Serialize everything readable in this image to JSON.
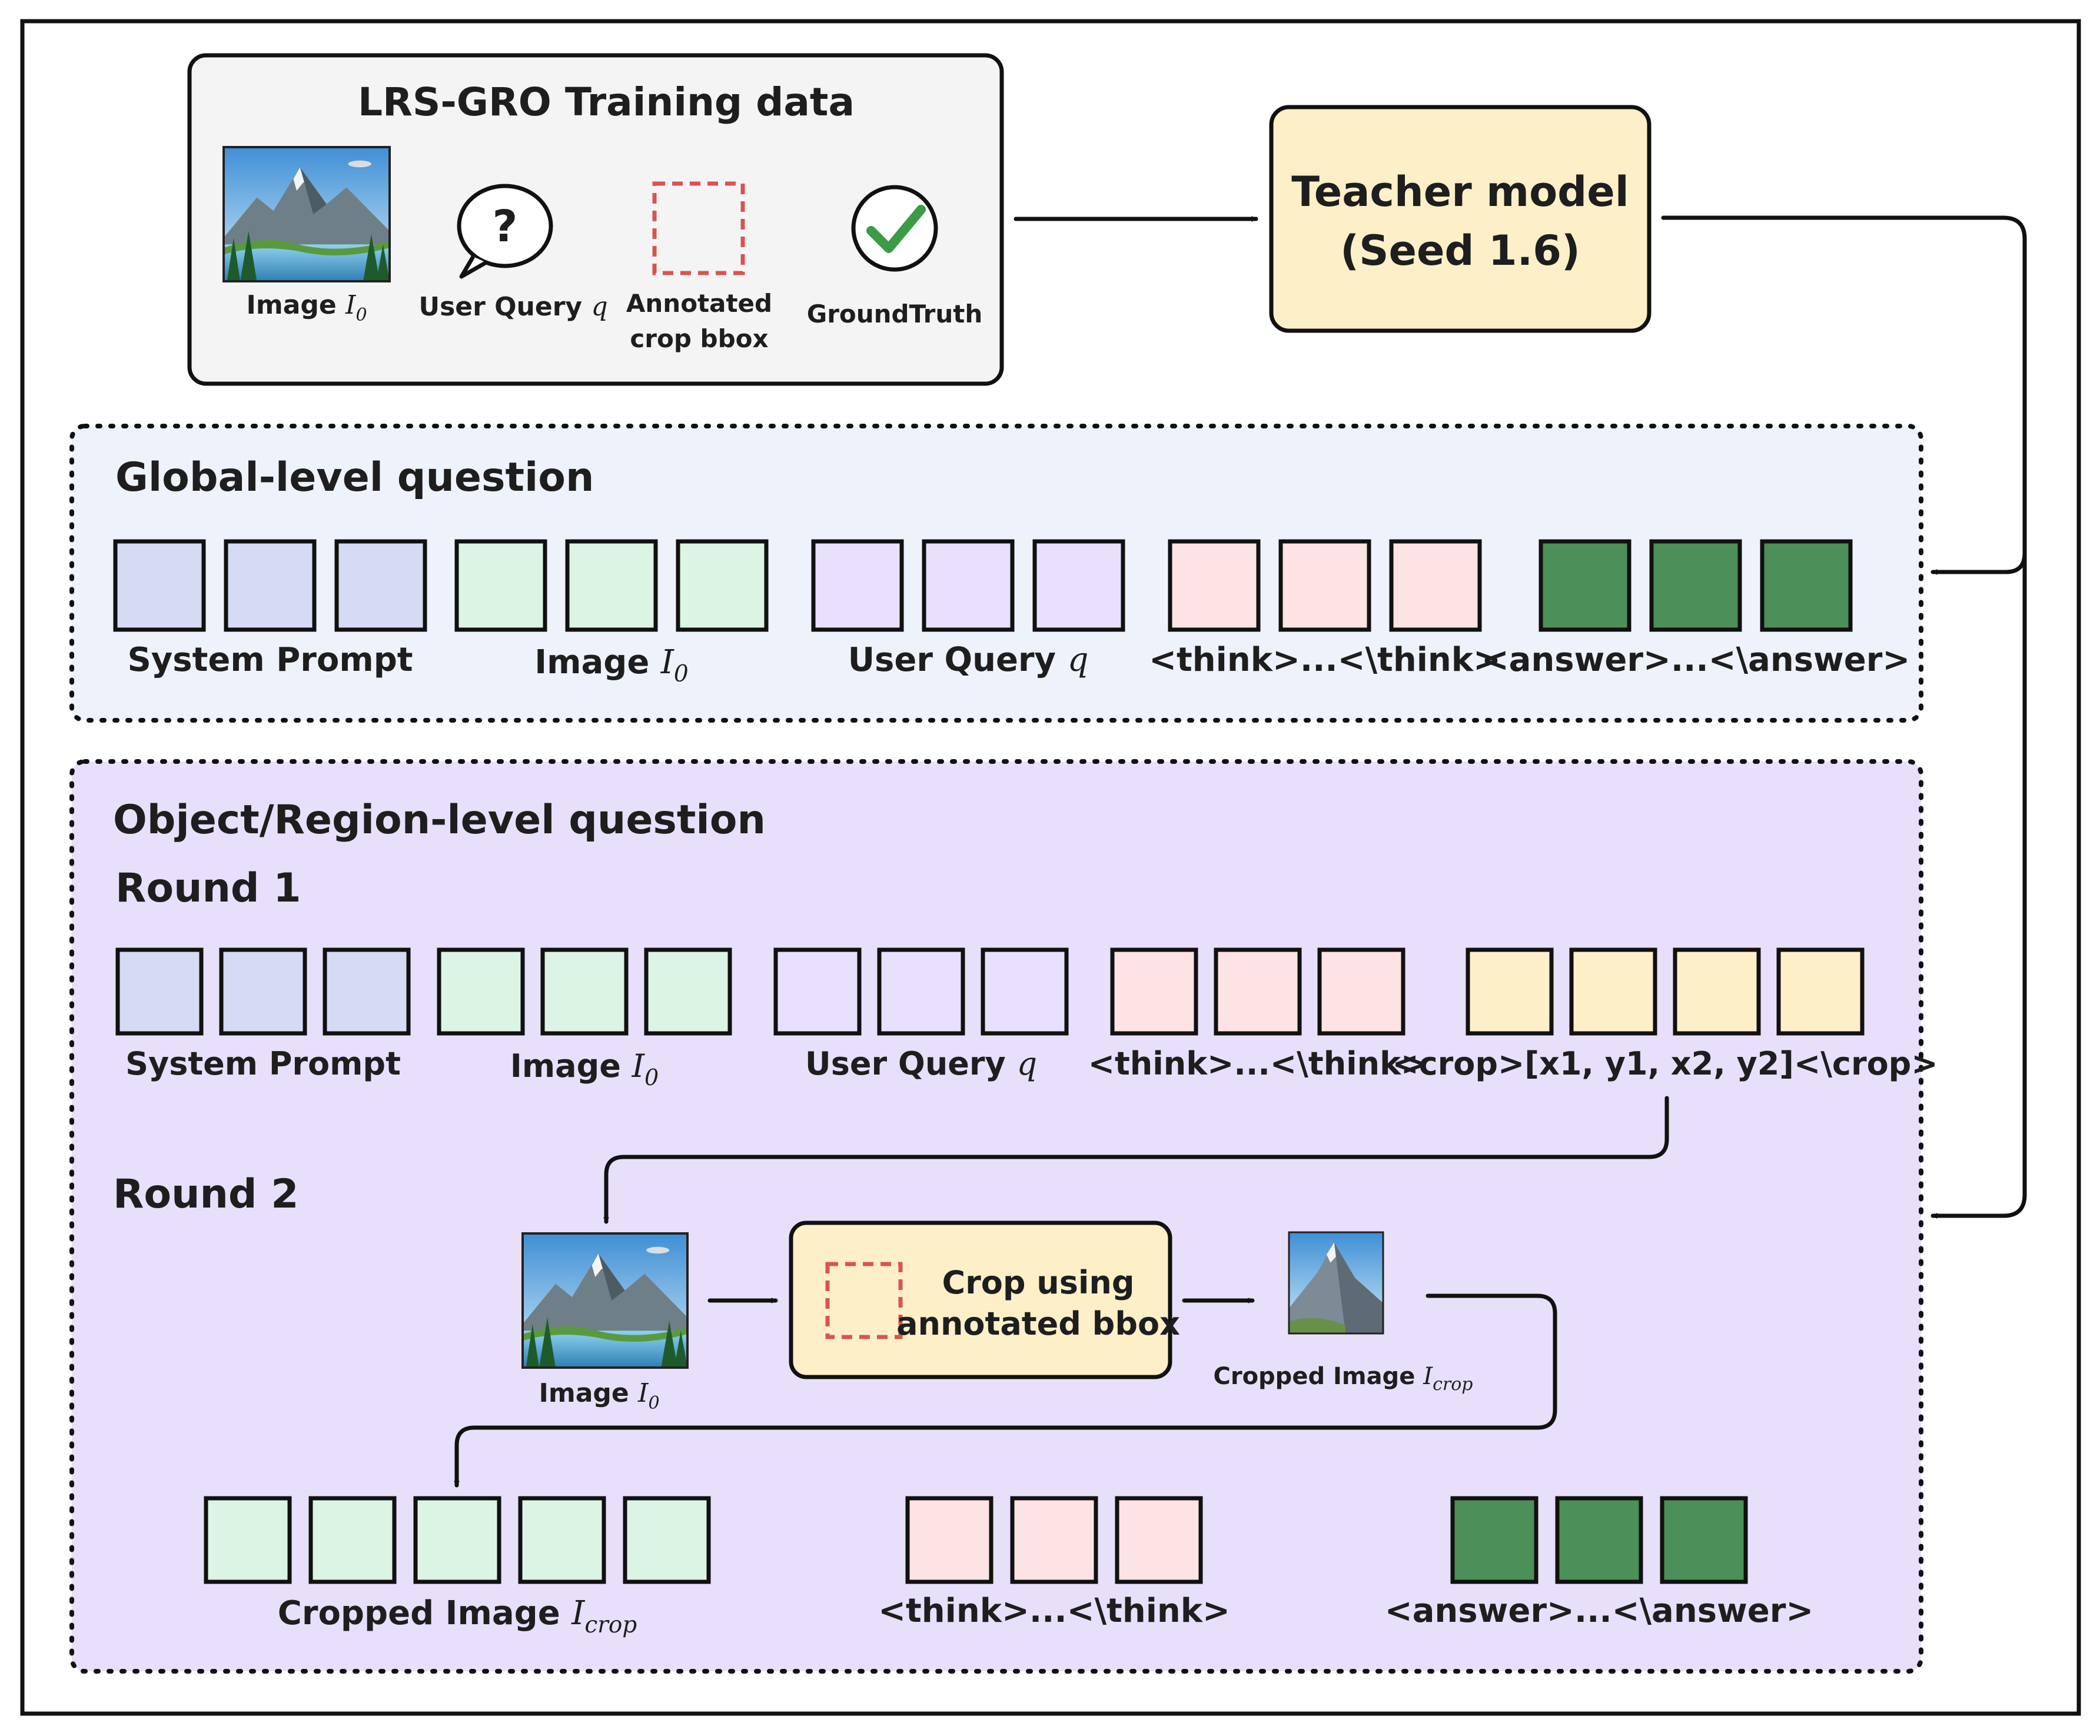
{
  "colors": {
    "system_prompt": "#d6dbf4",
    "image": "#dcf4e4",
    "query": "#e8e0fc",
    "think": "#fde3e3",
    "answer": "#4c8f58",
    "crop": "#fdf0c8",
    "teacher": "#fdf0c8",
    "global_bg": "#eef3fb",
    "object_bg": "#e8e0fb",
    "global_title": "#4e72bf",
    "object_title": "#8a6bd0"
  },
  "training_data": {
    "title": "LRS-GRO Training data",
    "items": {
      "image_label": "Image",
      "image_symbol": "I",
      "image_sub": "0",
      "query_label": "User Query",
      "query_symbol": "q",
      "bbox_line1": "Annotated",
      "bbox_line2": "crop bbox",
      "groundtruth": "GroundTruth"
    },
    "icons": [
      "landscape-image-icon",
      "question-bubble-icon",
      "dashed-bbox-icon",
      "checkmark-icon"
    ]
  },
  "teacher": {
    "line1": "Teacher model",
    "line2": "(Seed 1.6)"
  },
  "global_section": {
    "title": "Global-level question",
    "groups": [
      {
        "label": "System Prompt",
        "tokens": 3
      },
      {
        "label": "Image",
        "symbol": "I",
        "sub": "0",
        "tokens": 3
      },
      {
        "label": "User Query",
        "symbol": "q",
        "tokens": 3
      },
      {
        "label": "<think>...<\\think>",
        "tokens": 3
      },
      {
        "label": "<answer>...<\\answer>",
        "tokens": 3
      }
    ]
  },
  "object_section": {
    "title": "Object/Region-level question",
    "round1": {
      "title": "Round 1",
      "groups": [
        {
          "label": "System Prompt",
          "tokens": 3
        },
        {
          "label": "Image",
          "symbol": "I",
          "sub": "0",
          "tokens": 3
        },
        {
          "label": "User Query",
          "symbol": "q",
          "tokens": 3
        },
        {
          "label": "<think>...<\\think>",
          "tokens": 3
        },
        {
          "label": "<crop>[x1, y1, x2, y2]<\\crop>",
          "tokens": 4
        }
      ]
    },
    "round2": {
      "title": "Round 2",
      "image_label": "Image",
      "image_symbol": "I",
      "image_sub": "0",
      "crop_line1": "Crop using",
      "crop_line2": "annotated bbox",
      "cropped_label": "Cropped Image",
      "cropped_symbol": "I",
      "cropped_sub": "crop",
      "groups": [
        {
          "label": "Cropped Image",
          "symbol": "I",
          "sub": "crop",
          "tokens": 5
        },
        {
          "label": "<think>...<\\think>",
          "tokens": 3
        },
        {
          "label": "<answer>...<\\answer>",
          "tokens": 3
        }
      ]
    }
  }
}
